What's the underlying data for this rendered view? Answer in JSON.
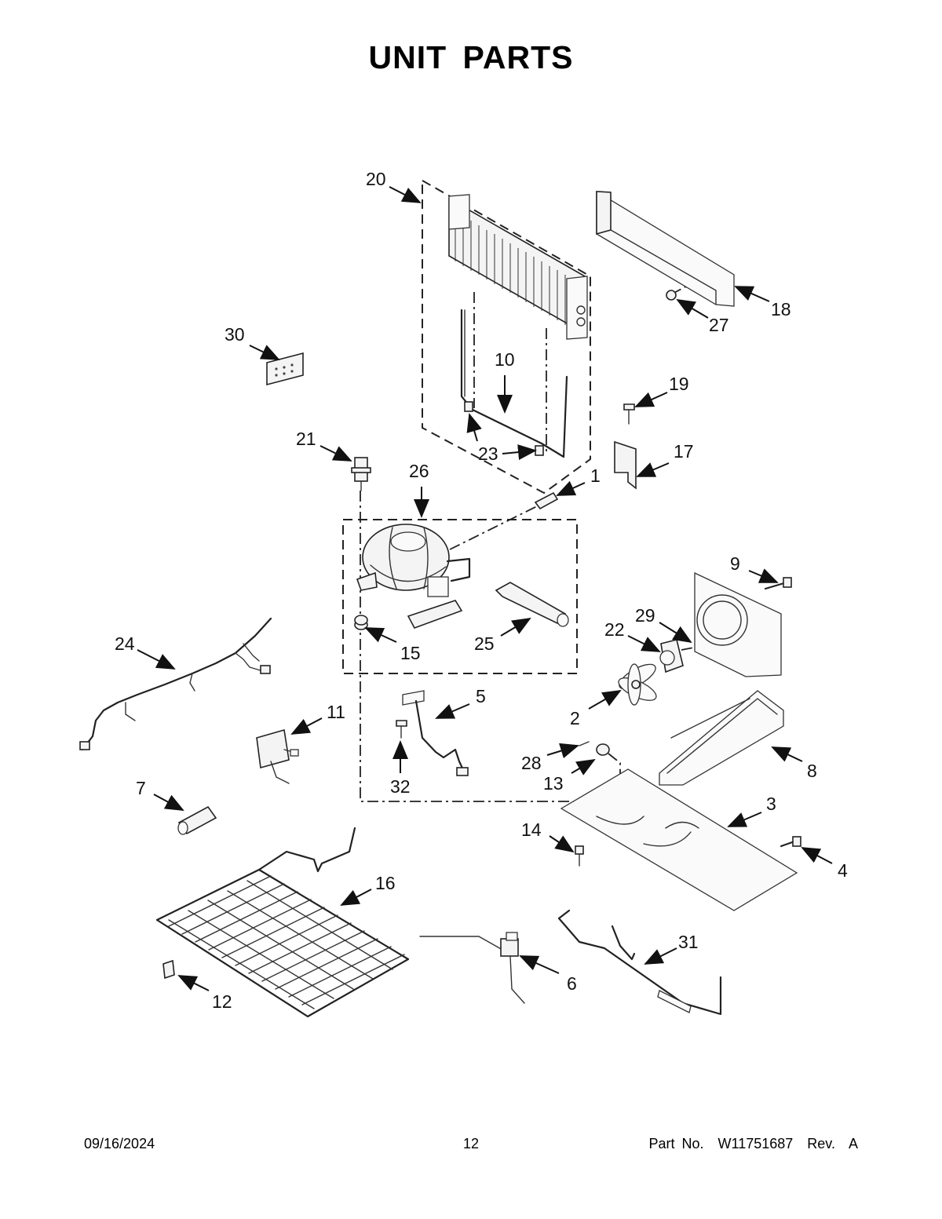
{
  "page": {
    "title": "UNIT PARTS"
  },
  "callouts": [
    "1",
    "2",
    "3",
    "4",
    "5",
    "6",
    "7",
    "8",
    "9",
    "10",
    "11",
    "12",
    "13",
    "14",
    "15",
    "16",
    "17",
    "18",
    "19",
    "20",
    "21",
    "22",
    "23",
    "24",
    "25",
    "26",
    "27",
    "28",
    "29",
    "30",
    "31",
    "32"
  ],
  "footer": {
    "date": "09/16/2024",
    "page_number": "12",
    "part_no": "Part No.  W11751687  Rev.  A"
  }
}
